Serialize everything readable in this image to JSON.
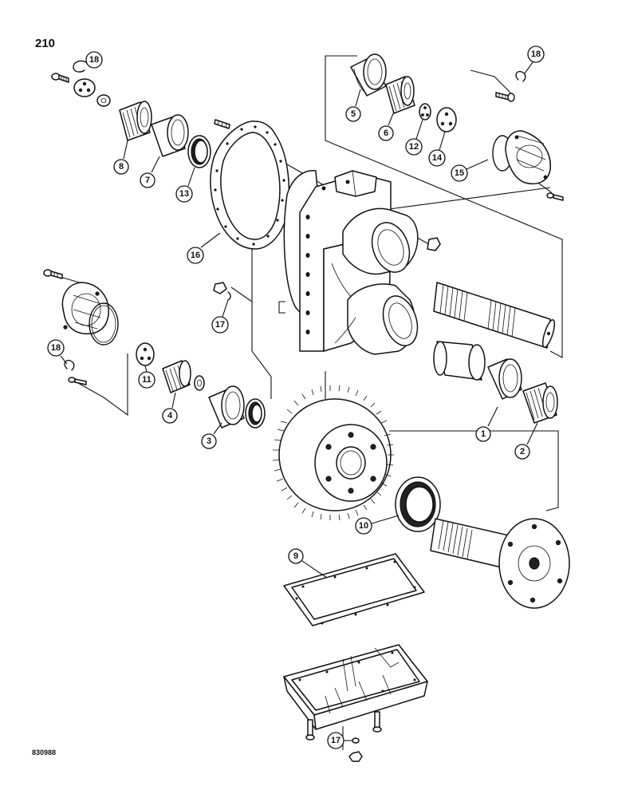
{
  "page": {
    "number": "210",
    "figure_code": "830988"
  },
  "callouts": [
    {
      "id": "c1",
      "label": "1"
    },
    {
      "id": "c2",
      "label": "2"
    },
    {
      "id": "c3",
      "label": "3"
    },
    {
      "id": "c4",
      "label": "4"
    },
    {
      "id": "c5",
      "label": "5"
    },
    {
      "id": "c6",
      "label": "6"
    },
    {
      "id": "c7",
      "label": "7"
    },
    {
      "id": "c8",
      "label": "8"
    },
    {
      "id": "c9",
      "label": "9"
    },
    {
      "id": "c10",
      "label": "10"
    },
    {
      "id": "c11",
      "label": "11"
    },
    {
      "id": "c12",
      "label": "12"
    },
    {
      "id": "c13",
      "label": "13"
    },
    {
      "id": "c14",
      "label": "14"
    },
    {
      "id": "c15",
      "label": "15"
    },
    {
      "id": "c16",
      "label": "16"
    },
    {
      "id": "c17a",
      "label": "17"
    },
    {
      "id": "c17b",
      "label": "17"
    },
    {
      "id": "c18a",
      "label": "18"
    },
    {
      "id": "c18b",
      "label": "18"
    },
    {
      "id": "c18c",
      "label": "18"
    }
  ]
}
